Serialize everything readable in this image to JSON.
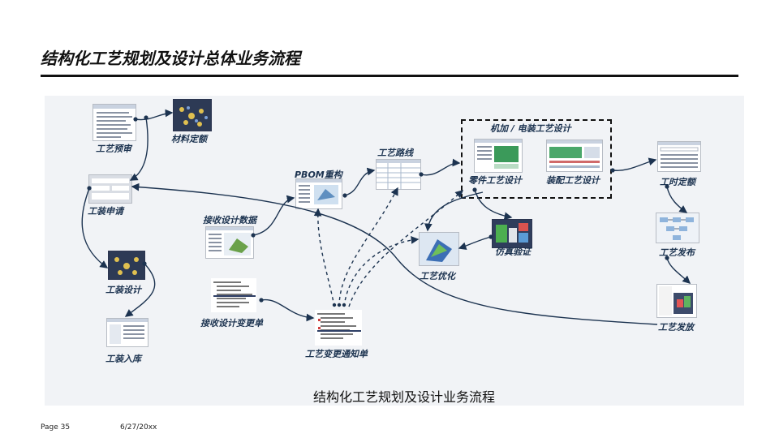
{
  "page": {
    "title": "结构化工艺规划及设计总体业务流程",
    "caption": "结构化工艺规划及设计业务流程",
    "footer_page": "Page 35",
    "footer_date": "6/27/20xx"
  },
  "nodes": {
    "process_review": "工艺预审",
    "material_quota": "材料定额",
    "tooling_request": "工装申请",
    "receive_design_data": "接收设计数据",
    "pbom_restructure": "PBOM重构",
    "process_route": "工艺路线",
    "machining_group": "机加 / 电装工艺设计",
    "part_process_design": "零件工艺设计",
    "assembly_process_design": "装配工艺设计",
    "simulation_verify": "仿真验证",
    "process_optimize": "工艺优化",
    "work_hour_quota": "工时定额",
    "process_publish": "工艺发布",
    "process_release": "工艺发放",
    "tooling_design": "工装设计",
    "tooling_storage": "工装入库",
    "receive_design_change": "接收设计变更单",
    "process_change_notice": "工艺变更通知单"
  },
  "colors": {
    "label": "#1c3350",
    "arrow": "#1c3350",
    "panel": "#f1f3f6"
  }
}
